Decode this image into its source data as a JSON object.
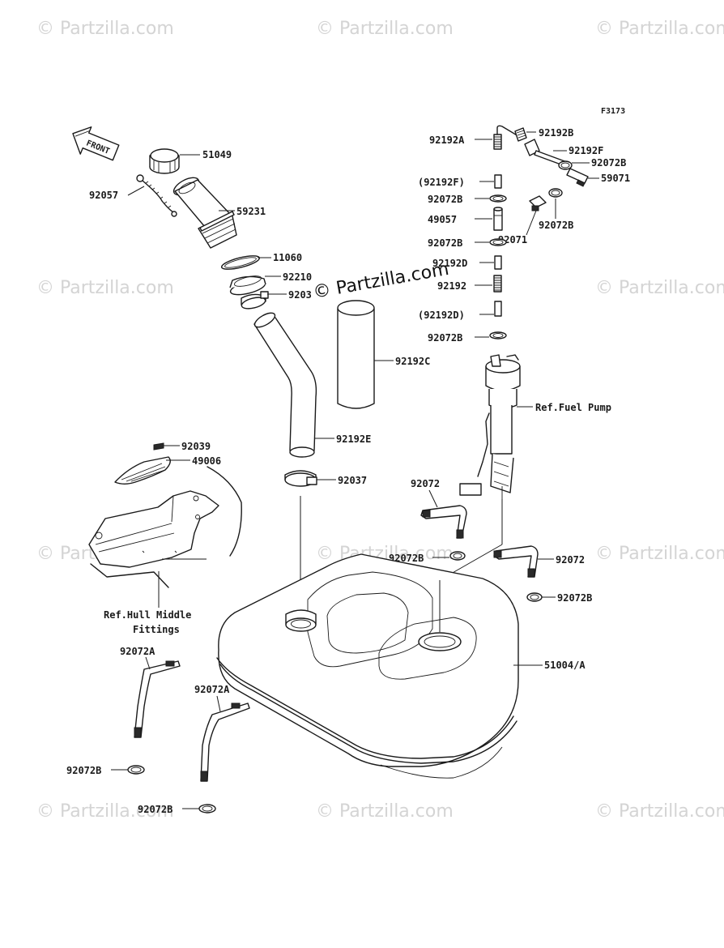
{
  "diagram_code": "F3173",
  "front_label": "FRONT",
  "watermark_text": "© Partzilla.com",
  "labels": {
    "p51049": "51049",
    "p92057": "92057",
    "p59231": "59231",
    "p11060": "11060",
    "p92210": "92210",
    "p9203x": "9203",
    "p92192C": "92192C",
    "p92192E": "92192E",
    "p92039": "92039",
    "p49006": "49006",
    "p92037": "92037",
    "hull_line1": "Ref.Hull Middle",
    "hull_line2": "Fittings",
    "p92192A": "92192A",
    "p92192B": "92192B",
    "p92192F": "92192F",
    "p92072B_top": "92072B",
    "p59071": "59071",
    "p92192F_paren": "(92192F)",
    "p92072B_1": "92072B",
    "p49057": "49057",
    "p92072B_2": "92072B",
    "p92071": "92071",
    "p92072B_r2": "92072B",
    "p92192D": "92192D",
    "p92192": "92192",
    "p92192D_paren": "(92192D)",
    "p92072B_3": "92072B",
    "fuel_pump": "Ref.Fuel Pump",
    "p92072_left": "92072",
    "p92072B_mid": "92072B",
    "p92072_right": "92072",
    "p92072B_right": "92072B",
    "p51004A": "51004/A",
    "p92072A_1": "92072A",
    "p92072A_2": "92072A",
    "p92072B_bl1": "92072B",
    "p92072B_bl2": "92072B"
  },
  "colors": {
    "line": "#1a1a1a",
    "watermark": "#d4d4d4",
    "background": "#ffffff"
  }
}
